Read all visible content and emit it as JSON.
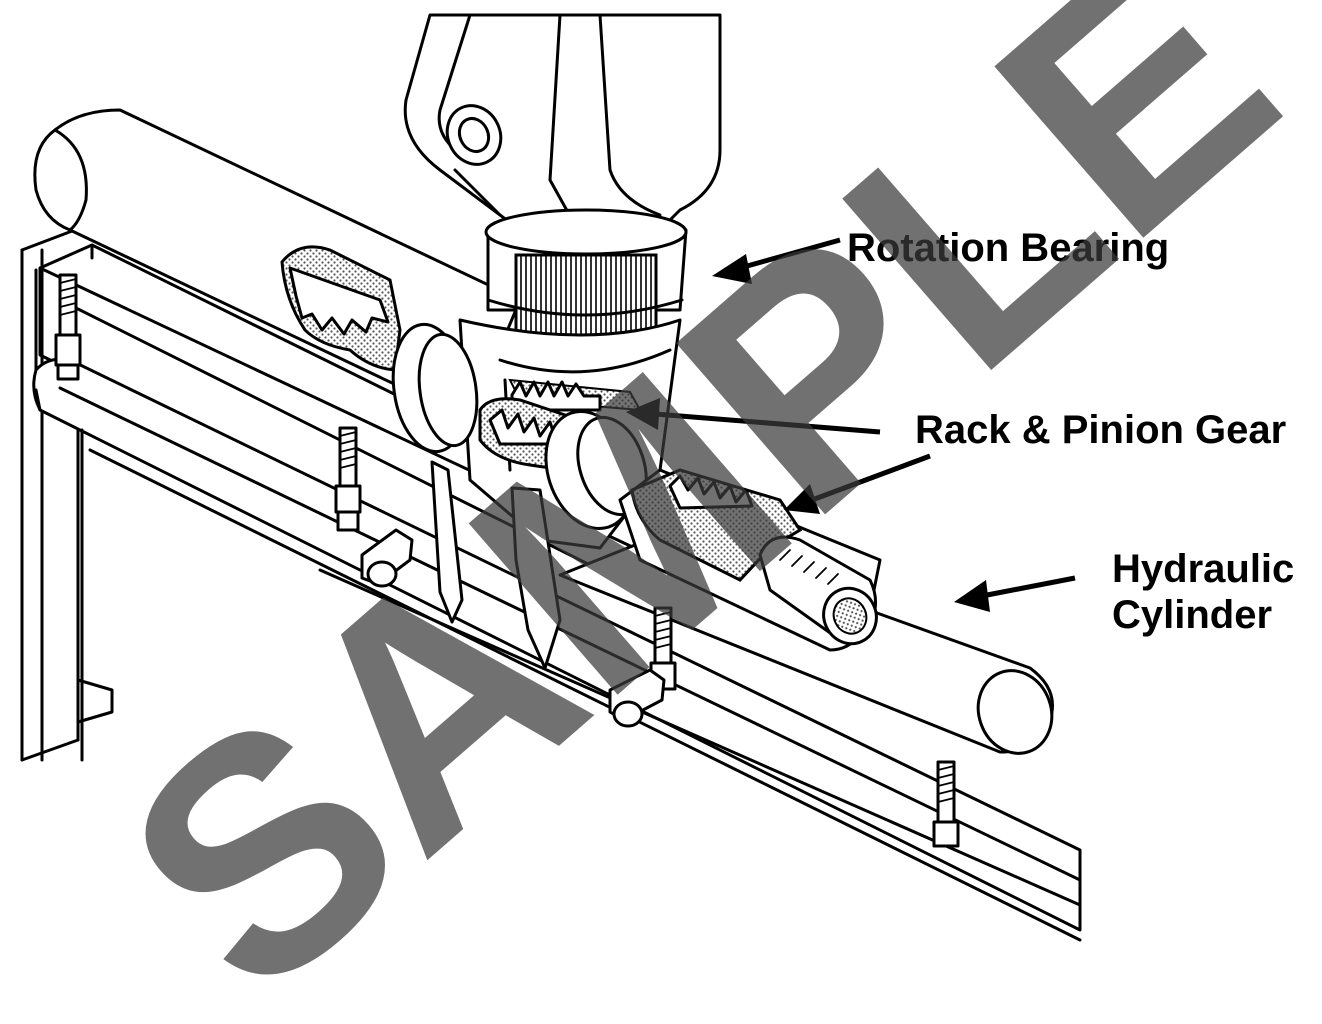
{
  "labels": {
    "rotation_bearing": "Rotation Bearing",
    "rack_pinion_gear": "Rack & Pinion Gear",
    "hydraulic_line1": "Hydraulic",
    "hydraulic_line2": "Cylinder"
  },
  "watermark": {
    "text": "SAMPLE",
    "color": "#3a3a3a"
  },
  "colors": {
    "line": "#000000",
    "background": "#ffffff",
    "cutaway_fill": "#b0b0b0"
  }
}
